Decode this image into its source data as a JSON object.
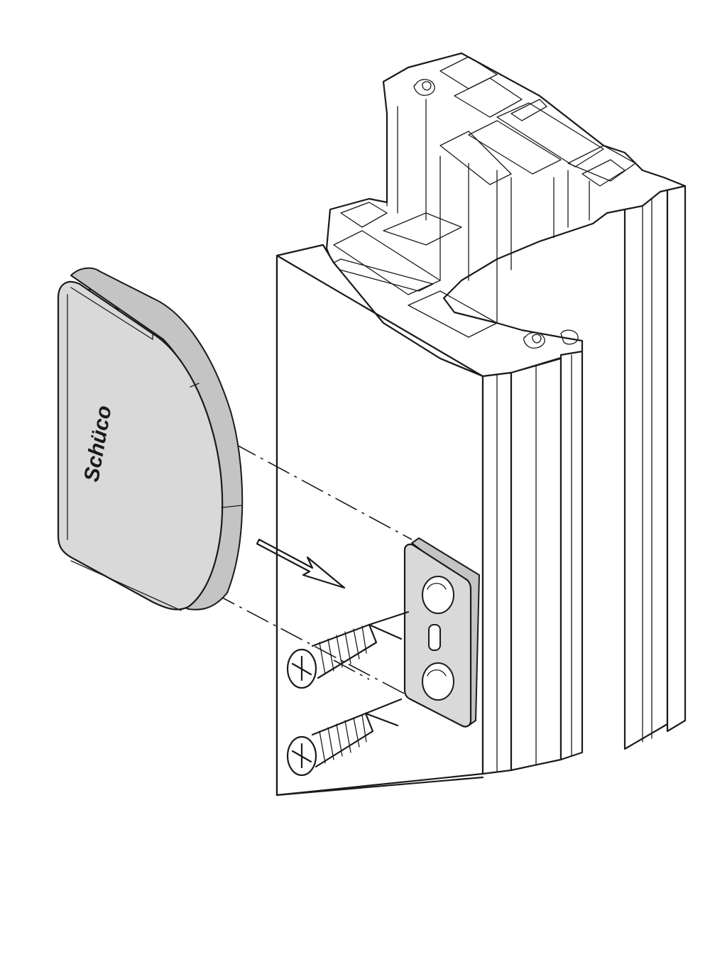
{
  "diagram": {
    "end_cap": {
      "brand_text": "Schüco",
      "fill_color": "#d9d9d9"
    },
    "mounting_plate": {
      "screw_holes": 2,
      "fill_color": "#d9d9d9"
    },
    "screws": 2,
    "line_color": "#1a1a1a",
    "background": "#ffffff"
  }
}
